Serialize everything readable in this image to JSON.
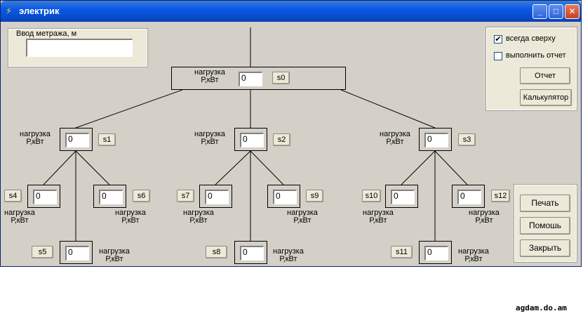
{
  "window": {
    "title": "электрик"
  },
  "input_group": {
    "legend": "Ввод метража, м",
    "value": ""
  },
  "options": {
    "always_on_top": {
      "label": "всегда сверху",
      "checked": true
    },
    "run_report": {
      "label": "выполнить отчет",
      "checked": false
    },
    "report_button": "Отчет",
    "calculator_button": "Калькулятор"
  },
  "actions": {
    "print": "Печать",
    "help": "Помошь",
    "close": "Закрыть"
  },
  "load_label": {
    "line1": "нагрузка",
    "line2": "Р,кВт"
  },
  "nodes": [
    {
      "id": "s0",
      "value": "0"
    },
    {
      "id": "s1",
      "value": "0"
    },
    {
      "id": "s2",
      "value": "0"
    },
    {
      "id": "s3",
      "value": "0"
    },
    {
      "id": "s4",
      "value": "0"
    },
    {
      "id": "s5",
      "value": "0"
    },
    {
      "id": "s6",
      "value": "0"
    },
    {
      "id": "s7",
      "value": "0"
    },
    {
      "id": "s8",
      "value": "0"
    },
    {
      "id": "s9",
      "value": "0"
    },
    {
      "id": "s10",
      "value": "0"
    },
    {
      "id": "s11",
      "value": "0"
    },
    {
      "id": "s12",
      "value": "0"
    }
  ],
  "watermark": "agdam.do.am"
}
